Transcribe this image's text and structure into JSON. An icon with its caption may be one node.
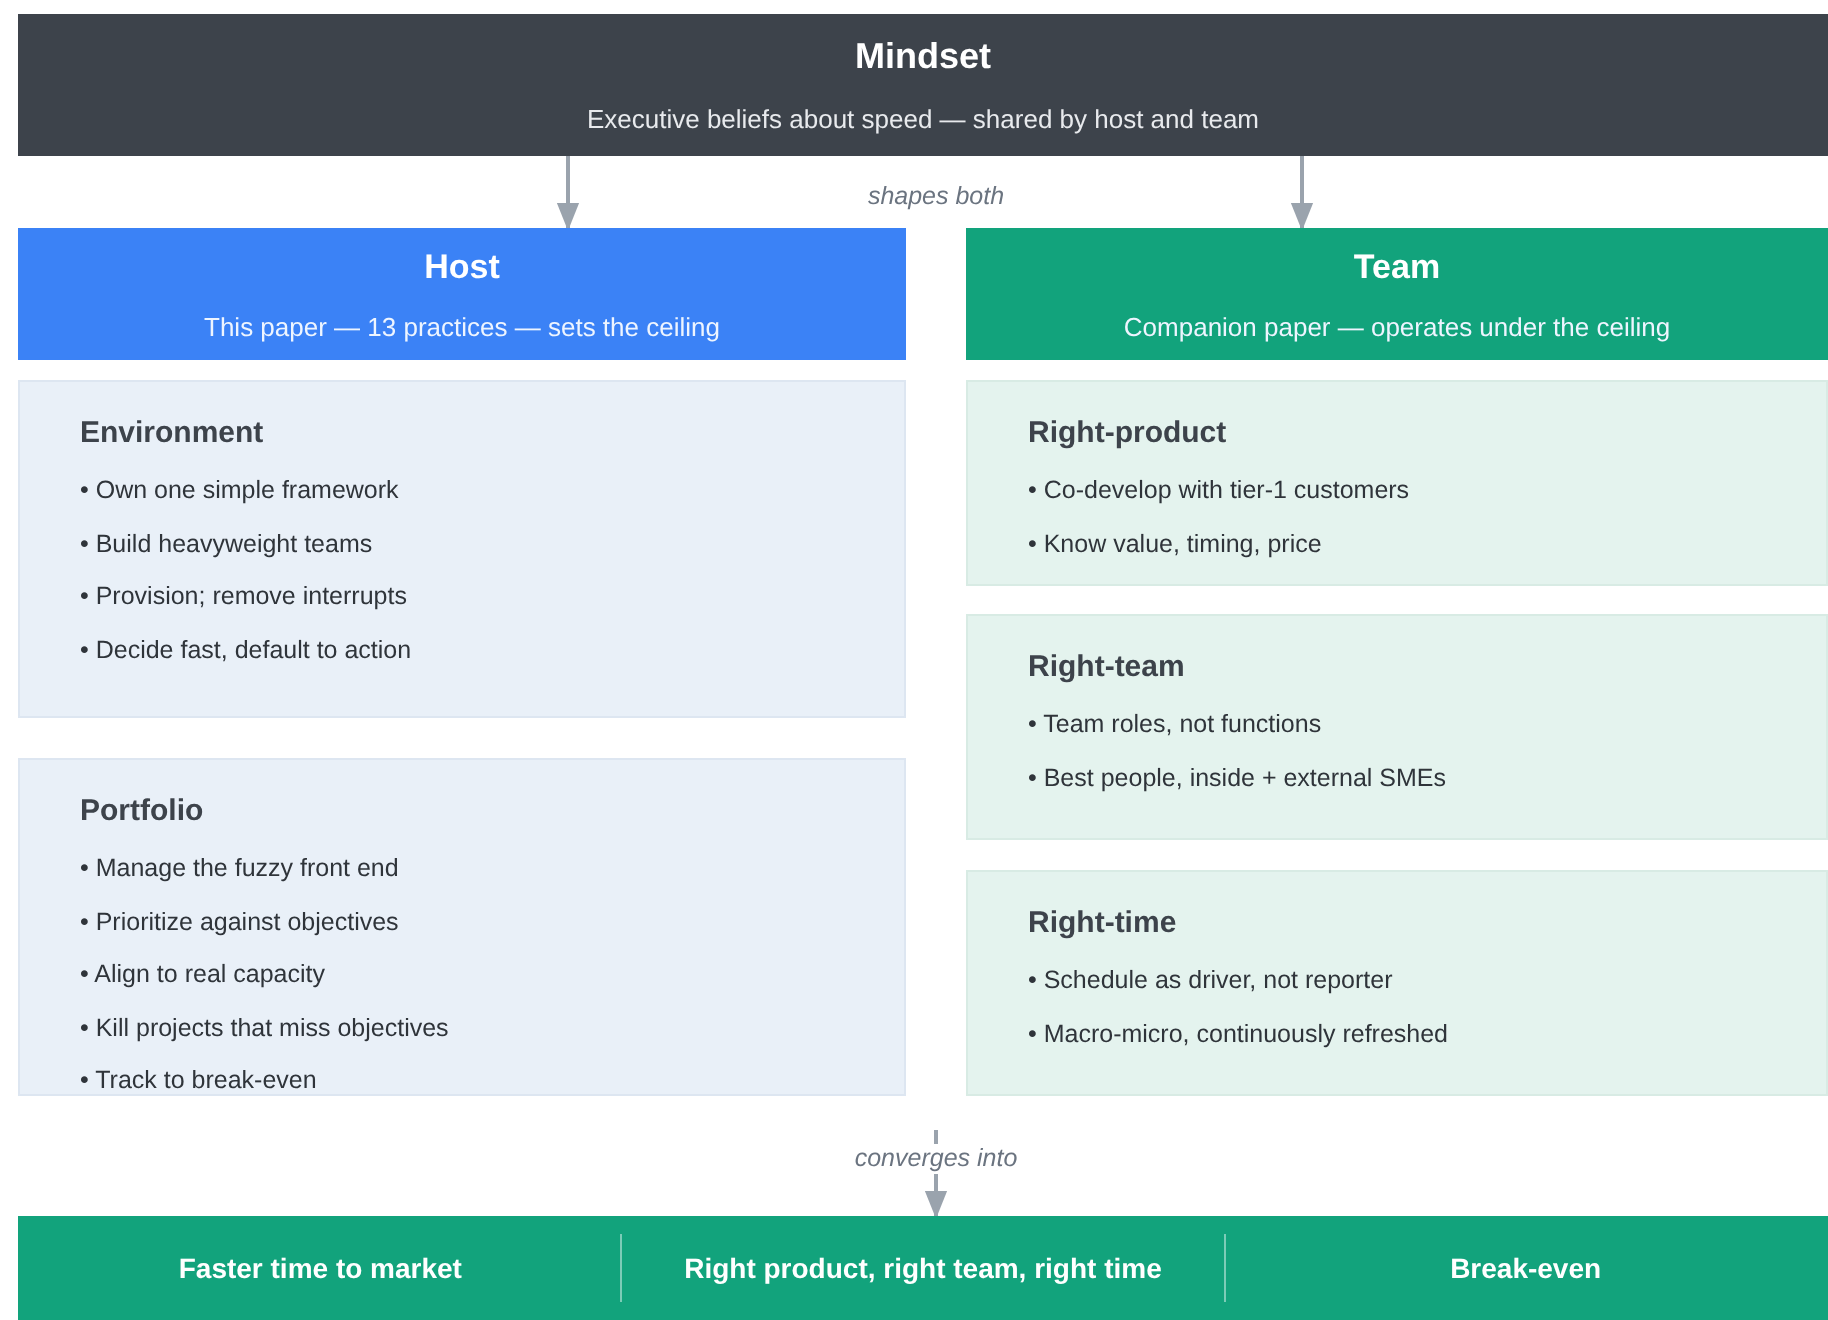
{
  "diagram": {
    "nodes": [
      {
        "text": [
          "Mindset",
          "Executive beliefs about speed — shared by host and team"
        ]
      },
      {
        "text": [
          "Host",
          "This paper — 13 practices — sets the ceiling"
        ]
      },
      {
        "text": [
          "Team",
          "Companion paper — operates under the ceiling"
        ]
      },
      {
        "text": [
          "Environment",
          "• Own one simple framework",
          "• Build heavyweight teams",
          "• Provision; remove interrupts",
          "• Decide fast, default to action"
        ]
      },
      {
        "text": [
          "Portfolio",
          "• Manage the fuzzy front end",
          "• Prioritize against objectives",
          "• Align to real capacity",
          "• Kill projects that miss objectives",
          "• Track to break-even"
        ]
      },
      {
        "text": [
          "Right-product",
          "• Co-develop with tier-1 customers",
          "• Know value, timing, price"
        ]
      },
      {
        "text": [
          "Right-team",
          "• Team roles, not functions",
          "• Best people, inside + external SMEs"
        ]
      },
      {
        "text": [
          "Right-time",
          "• Schedule as driver, not reporter",
          "• Macro-micro, continuously refreshed"
        ]
      },
      {
        "text": [
          "Faster time to market",
          "Right product, right team, right time",
          "Break-even"
        ]
      }
    ],
    "edges": [
      {
        "from": 0,
        "to": 1,
        "arrow": "to"
      },
      {
        "from": 0,
        "to": 2,
        "arrow": "to"
      },
      {
        "from": null,
        "to": 8,
        "arrow": "to",
        "label": "converges into"
      }
    ],
    "labels": [
      "shapes both"
    ]
  }
}
